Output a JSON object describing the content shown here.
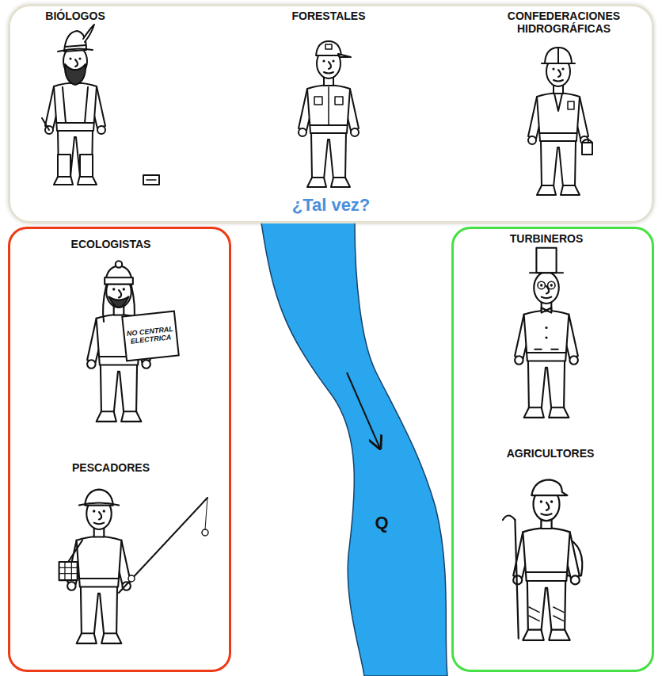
{
  "diagram": {
    "nodes": [
      {
        "text": [
          "BIÓLOGOS",
          "FORESTALES",
          "CONFEDERACIONES HIDROGRÁFICAS",
          "¿Tal vez?"
        ]
      },
      {
        "text": [
          "ECOLOGISTAS",
          "PESCADORES"
        ]
      },
      {
        "text": [
          "Q"
        ]
      },
      {
        "text": [
          "TURBINEROS",
          "AGRICULTORES"
        ]
      }
    ],
    "labels": [
      "NO CENTRAL ELECTRICA"
    ]
  }
}
